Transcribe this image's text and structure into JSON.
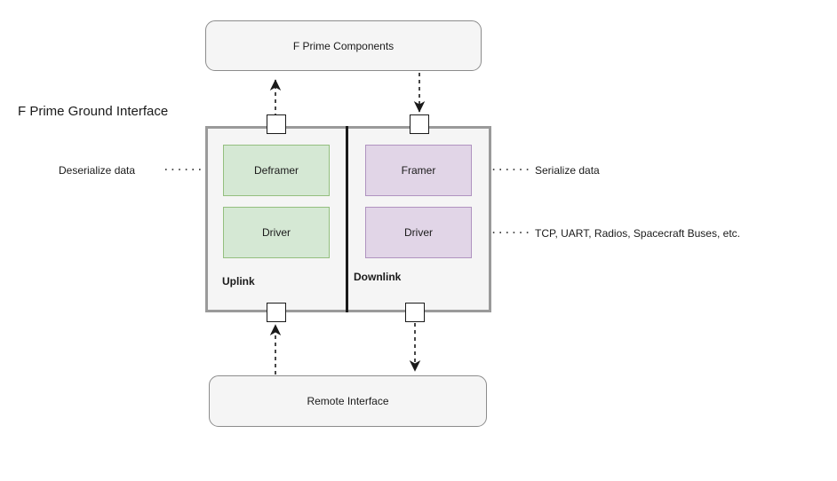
{
  "diagram": {
    "title": "F Prime Ground Interface",
    "type": "block-diagram",
    "background_color": "#ffffff",
    "colors": {
      "uplink_fill": "#d5e8d4",
      "uplink_stroke": "#94bf7f",
      "downlink_fill": "#e1d5e7",
      "downlink_stroke": "#b093c0",
      "container_fill": "#f5f5f5",
      "container_stroke": "#9a9a9a",
      "endpoint_fill": "#f5f5f5",
      "endpoint_stroke": "#8c8c8c",
      "line_color": "#1a1a1a"
    },
    "endpoints": {
      "top": "F Prime Components",
      "bottom": "Remote Interface"
    },
    "container": {
      "uplink_lane": {
        "flow_label": "Uplink",
        "boxes": [
          {
            "label": "Deframer",
            "color": "green"
          },
          {
            "label": "Driver",
            "color": "green"
          }
        ]
      },
      "downlink_lane": {
        "flow_label": "Downlink",
        "boxes": [
          {
            "label": "Framer",
            "color": "purple"
          },
          {
            "label": "Driver",
            "color": "purple"
          }
        ]
      }
    },
    "annotations": [
      {
        "text": "Deserialize data",
        "side": "left",
        "target": "Deframer"
      },
      {
        "text": "Serialize data",
        "side": "right",
        "target": "Framer"
      },
      {
        "text": "TCP, UART, Radios, Spacecraft Buses, etc.",
        "side": "right",
        "target": "Driver"
      }
    ],
    "ports": [
      {
        "name": "uplink-top-port",
        "lane": "uplink",
        "edge": "top"
      },
      {
        "name": "downlink-top-port",
        "lane": "downlink",
        "edge": "top"
      },
      {
        "name": "uplink-bottom-port",
        "lane": "uplink",
        "edge": "bottom"
      },
      {
        "name": "downlink-bottom-port",
        "lane": "downlink",
        "edge": "bottom"
      }
    ]
  }
}
